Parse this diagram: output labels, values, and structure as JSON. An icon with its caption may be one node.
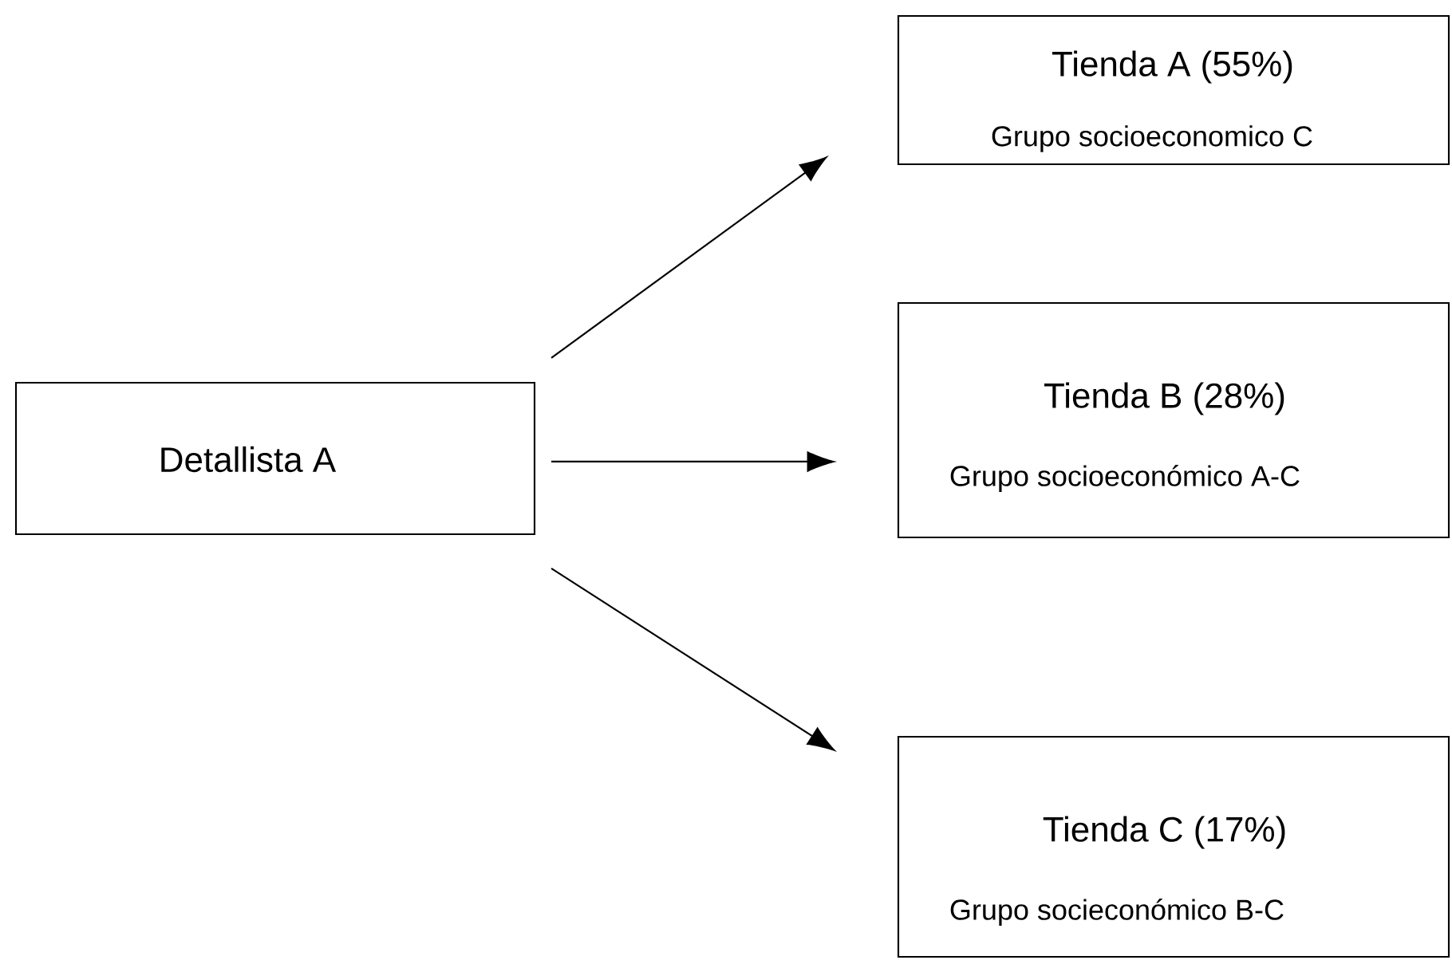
{
  "diagram": {
    "nodes": [
      {
        "text": [
          "Detallista A"
        ]
      },
      {
        "text": [
          "Tienda A  (55%)",
          "Grupo socioeconomico C"
        ]
      },
      {
        "text": [
          "Tienda B  (28%)",
          "Grupo socioeconómico A-C"
        ]
      },
      {
        "text": [
          "Tienda C  (17%)",
          "Grupo socieconómico B-C"
        ]
      }
    ],
    "edges": [
      {
        "from": 0,
        "to": 1,
        "arrow": "to"
      },
      {
        "from": 0,
        "to": 2,
        "arrow": "to"
      },
      {
        "from": 0,
        "to": 3,
        "arrow": "to"
      }
    ]
  }
}
